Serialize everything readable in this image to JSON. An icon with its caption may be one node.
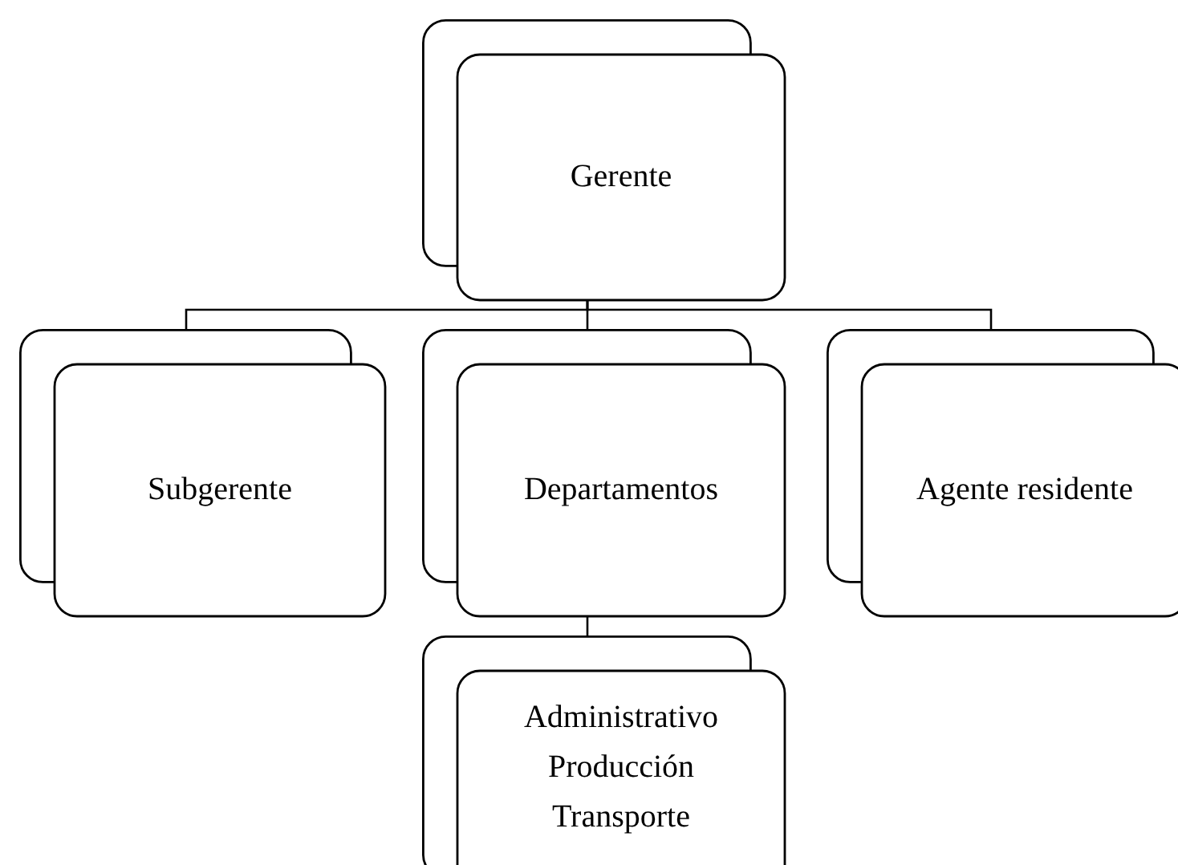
{
  "diagram": {
    "nodes": [
      {
        "text": [
          "Gerente"
        ]
      },
      {
        "text": [
          "Subgerente"
        ]
      },
      {
        "text": [
          "Departamentos"
        ]
      },
      {
        "text": [
          "Agente residente"
        ]
      },
      {
        "text": [
          "Administrativo",
          "Producción",
          "Transporte"
        ]
      }
    ],
    "edges": [
      {
        "from": 0,
        "to": 1,
        "arrow": "none"
      },
      {
        "from": 0,
        "to": 2,
        "arrow": "none"
      },
      {
        "from": 0,
        "to": 3,
        "arrow": "none"
      },
      {
        "from": 2,
        "to": 4,
        "arrow": "none"
      }
    ]
  }
}
